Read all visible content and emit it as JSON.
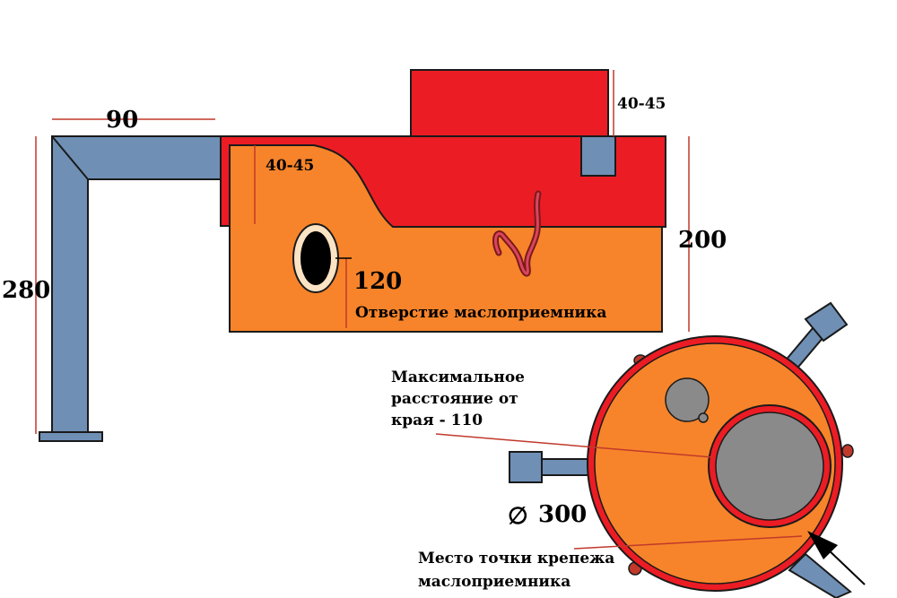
{
  "colors": {
    "pipe": "#6f8fb5",
    "pipe_outline": "#1a1a1a",
    "lid": "#ec1c24",
    "body": "#f7842a",
    "dimension_line": "#c0392b",
    "hole_dark": "#000000",
    "hole_ring": "#fbe3c4",
    "inner_circle": "#8a8a8a",
    "bolt": "#c0392b"
  },
  "dimensions": {
    "arm_width": "90",
    "stand_height": "280",
    "top_block_height": "40-45",
    "lid_depth": "40-45",
    "hole_height": "120",
    "body_height": "200",
    "diameter": "300"
  },
  "symbols": {
    "diameter": "∅"
  },
  "labels": {
    "oil_intake_hole": "Отверстие маслоприемника",
    "max_distance": [
      "Максимальное",
      "расстояние от",
      "края - 110"
    ],
    "mount_point": [
      "Место точки крепежа",
      "маслоприемника"
    ]
  }
}
